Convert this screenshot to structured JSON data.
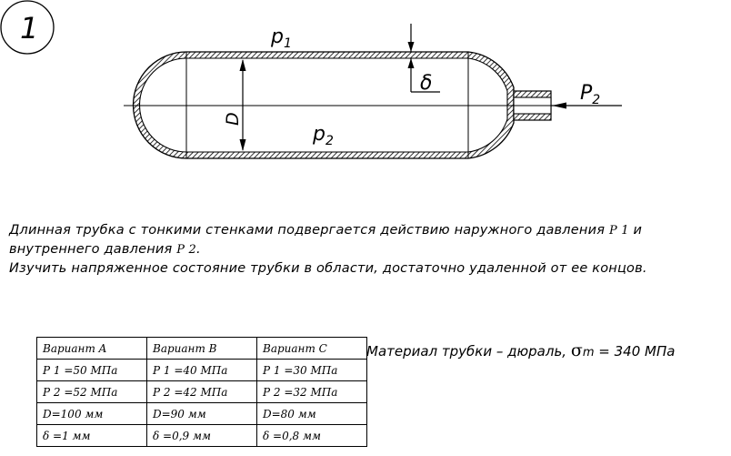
{
  "figure": {
    "number": "1",
    "labels": {
      "p1": "p",
      "p1_sub": "1",
      "p2_inner": "p",
      "p2_inner_sub": "2",
      "p2_end": "P",
      "p2_end_sub": "2",
      "diameter": "D",
      "thickness": "δ"
    }
  },
  "problem": {
    "line1_text": "Длинная трубка с тонкими стенками подвергается действию наружного давления",
    "line1_var": "P 1",
    "line1_tail": "и",
    "line2_text": "внутреннего давления",
    "line2_var": "P 2",
    "line2_tail": ".",
    "line3_text": "Изучить напряженное состояние трубки в области, достаточно удаленной от ее концов."
  },
  "variants_table": {
    "rows": [
      [
        "Вариант A",
        "Вариант B",
        "Вариант C"
      ],
      [
        "P 1 =50 МПа",
        "P 1 =40 МПа",
        "P 1 =30 МПа"
      ],
      [
        "P 2 =52 МПа",
        "P 2 =42 МПа",
        "P 2 =32 МПа"
      ],
      [
        "D=100 мм",
        "D=90 мм",
        "D=80 мм"
      ],
      [
        "δ =1 мм",
        "δ =0,9 мм",
        "δ =0,8 мм"
      ]
    ]
  },
  "material": {
    "text": "Материал трубки – дюраль,",
    "sigma": "σ",
    "sigma_sub": "m",
    "value": "= 340 МПа"
  }
}
